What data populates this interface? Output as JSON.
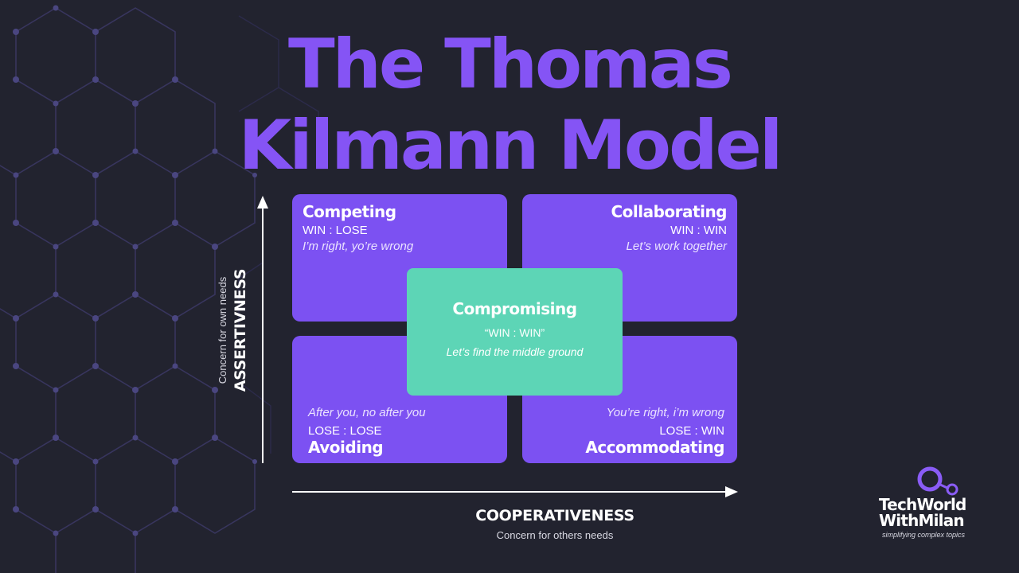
{
  "title": {
    "line1": "The Thomas",
    "line2": "Kilmann Model"
  },
  "colors": {
    "background": "#22232f",
    "accent_purple": "#7c51f2",
    "title_purple": "#8554f5",
    "center_teal": "#5dd5b6",
    "text": "#ffffff"
  },
  "quadrants": {
    "competing": {
      "title": "Competing",
      "outcome": "WIN : LOSE",
      "tagline": "I’m right, yo’re wrong"
    },
    "collaborating": {
      "title": "Collaborating",
      "outcome": "WIN : WIN",
      "tagline": "Let’s work together"
    },
    "avoiding": {
      "title": "Avoiding",
      "outcome": "LOSE : LOSE",
      "tagline": "After you, no after you"
    },
    "accommodating": {
      "title": "Accommodating",
      "outcome": "LOSE : WIN",
      "tagline": "You’re right, i’m wrong"
    }
  },
  "center": {
    "title": "Compromising",
    "outcome": "“WIN : WIN”",
    "tagline": "Let’s find the middle ground"
  },
  "axes": {
    "y": {
      "label": "ASSERTIVNESS",
      "sublabel": "Concern for own needs"
    },
    "x": {
      "label": "COOPERATIVENESS",
      "sublabel": "Concern for others needs"
    }
  },
  "logo": {
    "line1": "TechWorld",
    "line2": "WithMilan",
    "tagline": "simplifying complex topics",
    "icon": "circle-node-icon"
  }
}
